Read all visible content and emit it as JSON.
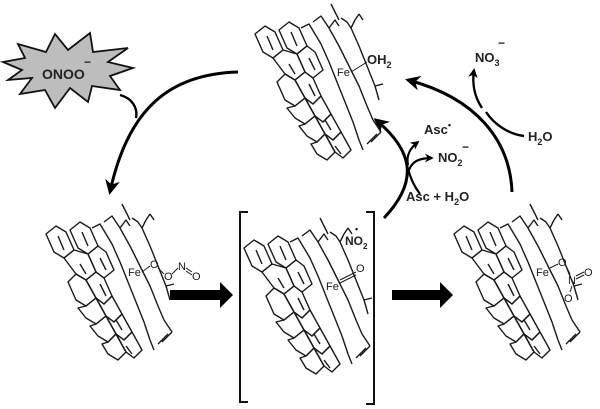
{
  "diagram": {
    "type": "catalytic-cycle",
    "reagent_burst": {
      "label": "ONOO",
      "charge": "−",
      "fill": "#bdbdbd"
    },
    "complexes": [
      {
        "id": "fe-oh2",
        "position": "top-center",
        "ligand_label": "OH",
        "ligand_sub": "2",
        "metal": "Fe"
      },
      {
        "id": "fe-peroxynitrite",
        "position": "bottom-left",
        "ligand_atoms": [
          "O",
          "O",
          "N",
          "O"
        ],
        "metal": "Fe"
      },
      {
        "id": "fe-oxo",
        "position": "bottom-center",
        "bracketed": true,
        "ligand_atoms": [
          "O"
        ],
        "metal": "Fe",
        "radical_label": "NO",
        "radical_sub": "2",
        "radical_dot": "•"
      },
      {
        "id": "fe-nitrato",
        "position": "bottom-right",
        "ligand_atoms": [
          "O",
          "N",
          "O",
          "O"
        ],
        "metal": "Fe"
      }
    ],
    "species": {
      "nitrate": {
        "label": "NO",
        "sub": "3",
        "charge": "−"
      },
      "water_in": {
        "label": "H",
        "sub": "2",
        "tail": "O"
      },
      "asc_radical": {
        "label": "Asc",
        "dot": "•"
      },
      "nitrite": {
        "label": "NO",
        "sub": "2",
        "charge": "−"
      },
      "asc_water": {
        "label": "Asc + H",
        "sub": "2",
        "tail": "O"
      }
    },
    "arrows": [
      {
        "from": "fe-oh2",
        "to": "fe-peroxynitrite",
        "style": "curved",
        "input": "ONOO−"
      },
      {
        "from": "fe-peroxynitrite",
        "to": "fe-oxo",
        "style": "block"
      },
      {
        "from": "fe-oxo",
        "to": "fe-nitrato",
        "style": "block"
      },
      {
        "from": "fe-nitrato",
        "to": "fe-oh2",
        "style": "curved",
        "input": "H2O",
        "output": "NO3−"
      },
      {
        "from": "fe-oxo",
        "to": "fe-oh2",
        "style": "curved",
        "input": "Asc + H2O",
        "outputs": [
          "Asc•",
          "NO2−"
        ]
      }
    ]
  }
}
